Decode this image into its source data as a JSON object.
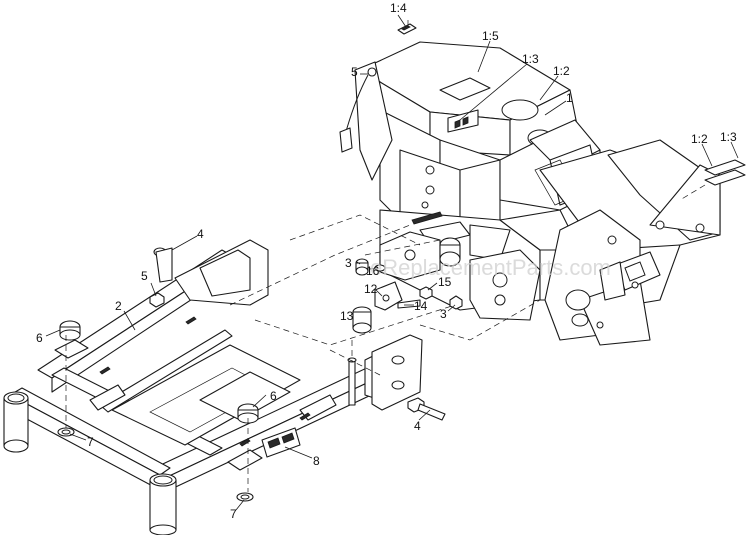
{
  "watermark": "eReplacementParts.com",
  "callouts": {
    "c1_4": "1:4",
    "c1_5": "1:5",
    "c1_3_top": "1:3",
    "c1_2_top": "1:2",
    "c1": "1",
    "c5_top": "5",
    "c1_2_right": "1:2",
    "c1_3_right": "1:3",
    "c4_top": "4",
    "c5_left": "5",
    "c2": "2",
    "c6_left": "6",
    "c7_left": "7",
    "c3_top": "3",
    "c16": "16",
    "c12": "12",
    "c15": "15",
    "c14": "14",
    "c13": "13",
    "c3_bottom": "3",
    "c6_center": "6",
    "c4_bottom": "4",
    "c8": "8",
    "c7_bottom": "7"
  }
}
